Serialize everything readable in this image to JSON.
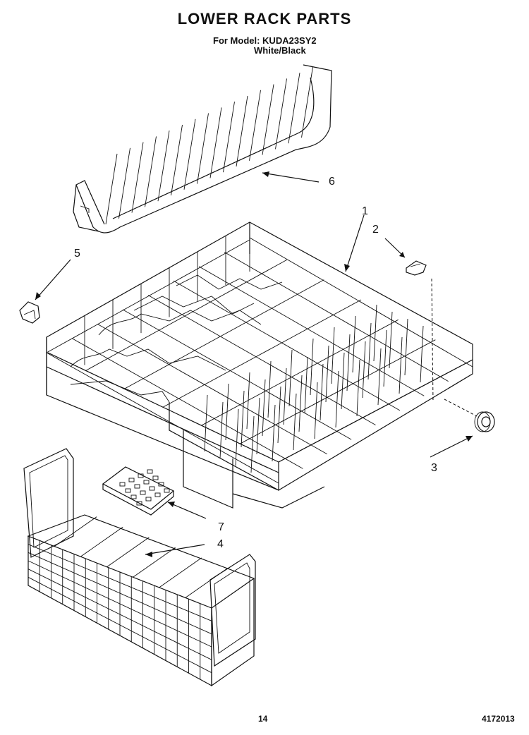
{
  "header": {
    "title": "LOWER RACK PARTS",
    "model_line": "For Model: KUDA23SY2",
    "color_line": "White/Black"
  },
  "callouts": [
    {
      "id": "1",
      "label": "1"
    },
    {
      "id": "2",
      "label": "2"
    },
    {
      "id": "3",
      "label": "3"
    },
    {
      "id": "4",
      "label": "4"
    },
    {
      "id": "5",
      "label": "5"
    },
    {
      "id": "6",
      "label": "6"
    },
    {
      "id": "7",
      "label": "7"
    }
  ],
  "footer": {
    "page_number": "14",
    "document_number": "4172013"
  }
}
